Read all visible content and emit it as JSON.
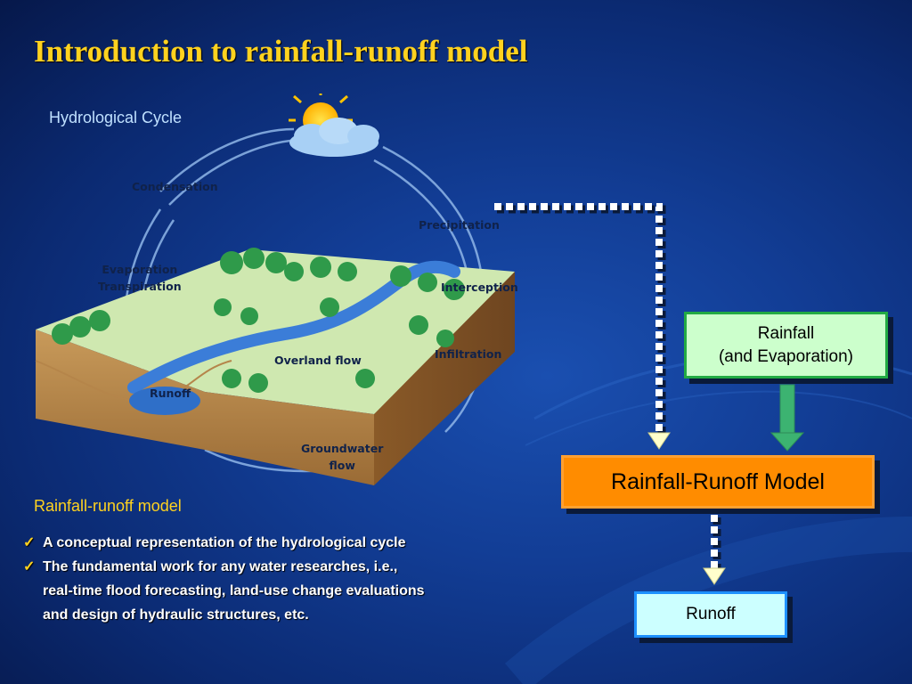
{
  "title": "Introduction to rainfall-runoff model",
  "diagram_label": "Hydrological Cycle",
  "cycle_labels": {
    "condensation": "Condensation",
    "precipitation": "Precipitation",
    "evaporation": "Evaporation\nTranspiration",
    "interception": "Interception",
    "infiltration": "Infiltration",
    "overland_flow": "Overland flow",
    "runoff": "Runoff",
    "groundwater": "Groundwater\nflow"
  },
  "section_label": "Rainfall-runoff model",
  "bullets": [
    "A conceptual representation of the hydrological cycle",
    "The fundamental work for any water researches,  i.e.,\nreal-time flood forecasting, land-use change evaluations\nand design of hydraulic structures, etc."
  ],
  "flow_boxes": {
    "rainfall": "Rainfall\n(and Evaporation)",
    "model": "Rainfall-Runoff Model",
    "runoff": "Runoff"
  },
  "colors": {
    "title": "#ffd21f",
    "rainfall_fill": "#ccffcc",
    "model_fill": "#ff8c00",
    "runoff_fill": "#ccffff",
    "arrow_green": "#3cb371"
  }
}
